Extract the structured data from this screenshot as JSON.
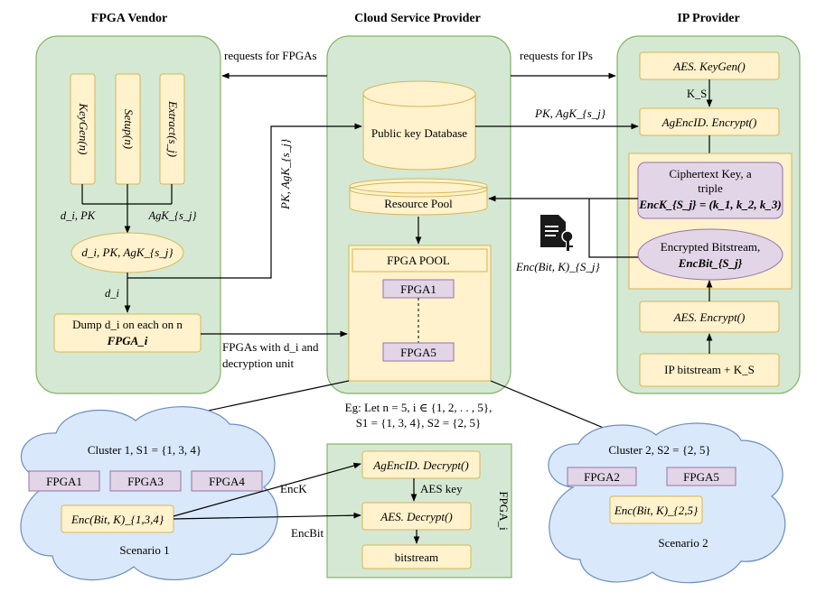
{
  "colors": {
    "green_fill": "#d5e8d4",
    "green_stroke": "#82b366",
    "yellow_fill": "#fff2cc",
    "yellow_stroke": "#d6b656",
    "purple_fill": "#e1d5e7",
    "purple_stroke": "#9673a6",
    "blue_fill": "#dae8fc",
    "blue_stroke": "#6c8ebf"
  },
  "headers": {
    "fpga_vendor": "FPGA Vendor",
    "csp": "Cloud Service Provider",
    "ip_provider": "IP Provider"
  },
  "vendor": {
    "keygen": "KeyGen(n)",
    "setup": "Setup(n)",
    "extract": "Extract(s_j)",
    "di_pk": "d_i, PK",
    "agk": "AgK_{s_j}",
    "ellipse": "d_i, PK, AgK_{s_j}",
    "di": "d_i",
    "dump_line1": "Dump d_i on each on n",
    "dump_line2": "FPGA_i"
  },
  "csp": {
    "database": "Public key Database",
    "resource_pool": "Resource Pool",
    "fpga_pool": "FPGA POOL",
    "fpga1": "FPGA1",
    "fpga5": "FPGA5"
  },
  "ip": {
    "keygen": "AES. KeyGen()",
    "ks": "K_S",
    "agenc": "AgEncID. Encrypt()",
    "cipher_line1": "Ciphertext Key, a",
    "cipher_line2": "triple",
    "cipher_line3": "EncK_{S_j} = (k_1, k_2, k_3)",
    "encbs_line1": "Encrypted Bitstream,",
    "encbs_line2": "EncBit_{S_j}",
    "aes_encrypt": "AES. Encrypt()",
    "ip_bitstream": "IP bitstream + K_S"
  },
  "arrows": {
    "req_fpgas": "requests for FPGAs",
    "req_ips": "requests for IPs",
    "pk_agk_top": "PK, AgK_{s_j}",
    "pk_agk_rot": "PK, AgK_{s_j}",
    "enc_bit_k": "Enc(Bit, K)_{S_j}",
    "fpgas_with_line1": "FPGAs  with d_i and",
    "fpgas_with_line2": "decryption unit",
    "enck": "EncK",
    "encbit": "EncBit",
    "aes_key": "AES key"
  },
  "example": {
    "line1": "Eg: Let n = 5, i ∈ {1, 2, . . , 5},",
    "line2": "S1 = {1, 3, 4}, S2 = {2, 5}"
  },
  "cluster1": {
    "title": "Cluster 1, S1 = {1, 3, 4}",
    "fpgas": [
      "FPGA1",
      "FPGA3",
      "FPGA4"
    ],
    "enc": "Enc(Bit, K)_{1,3,4}",
    "scenario": "Scenario 1"
  },
  "cluster2": {
    "title": "Cluster 2, S2 = {2, 5}",
    "fpgas": [
      "FPGA2",
      "FPGA5"
    ],
    "enc": "Enc(Bit, K)_{2,5}",
    "scenario": "Scenario 2"
  },
  "fpga_i": {
    "label": "FPGA_i",
    "agdecrypt": "AgEncID. Decrypt()",
    "aes_decrypt": "AES. Decrypt()",
    "bitstream": "bitstream"
  }
}
